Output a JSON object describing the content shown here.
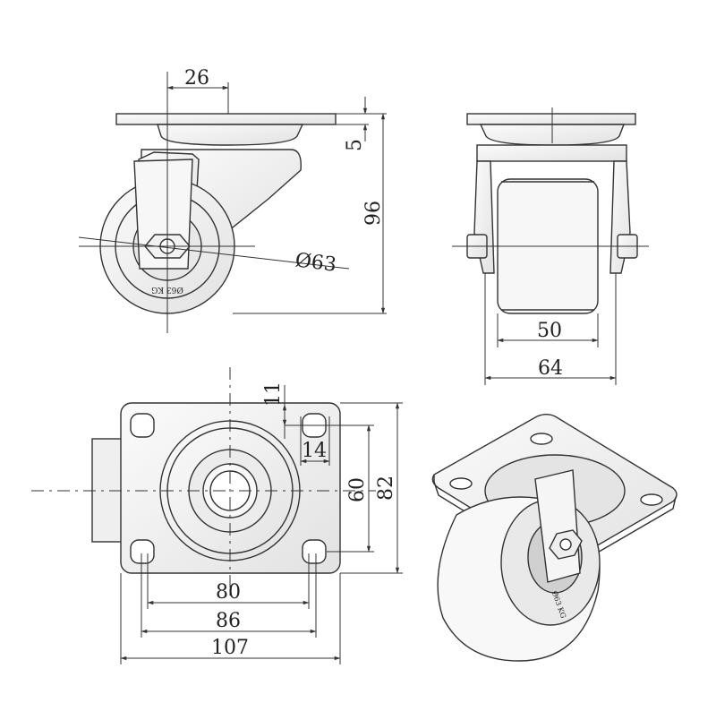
{
  "colors": {
    "line": "#333333",
    "fill": "#f4f4f4",
    "fill_dark": "#d8d8d8",
    "background": "#ffffff"
  },
  "dimensions": {
    "plate_offset": "26",
    "plate_thickness": "5",
    "total_height": "96",
    "wheel_diameter": "Ø63",
    "wheel_width": "50",
    "overall_width": "64",
    "slot_offset": "11",
    "slot_length": "14",
    "hole_spacing_short": "60",
    "plate_width": "82",
    "hole_spacing_a": "80",
    "hole_spacing_b": "86",
    "plate_length": "107"
  },
  "wheel_marking": "Ø63 KG"
}
